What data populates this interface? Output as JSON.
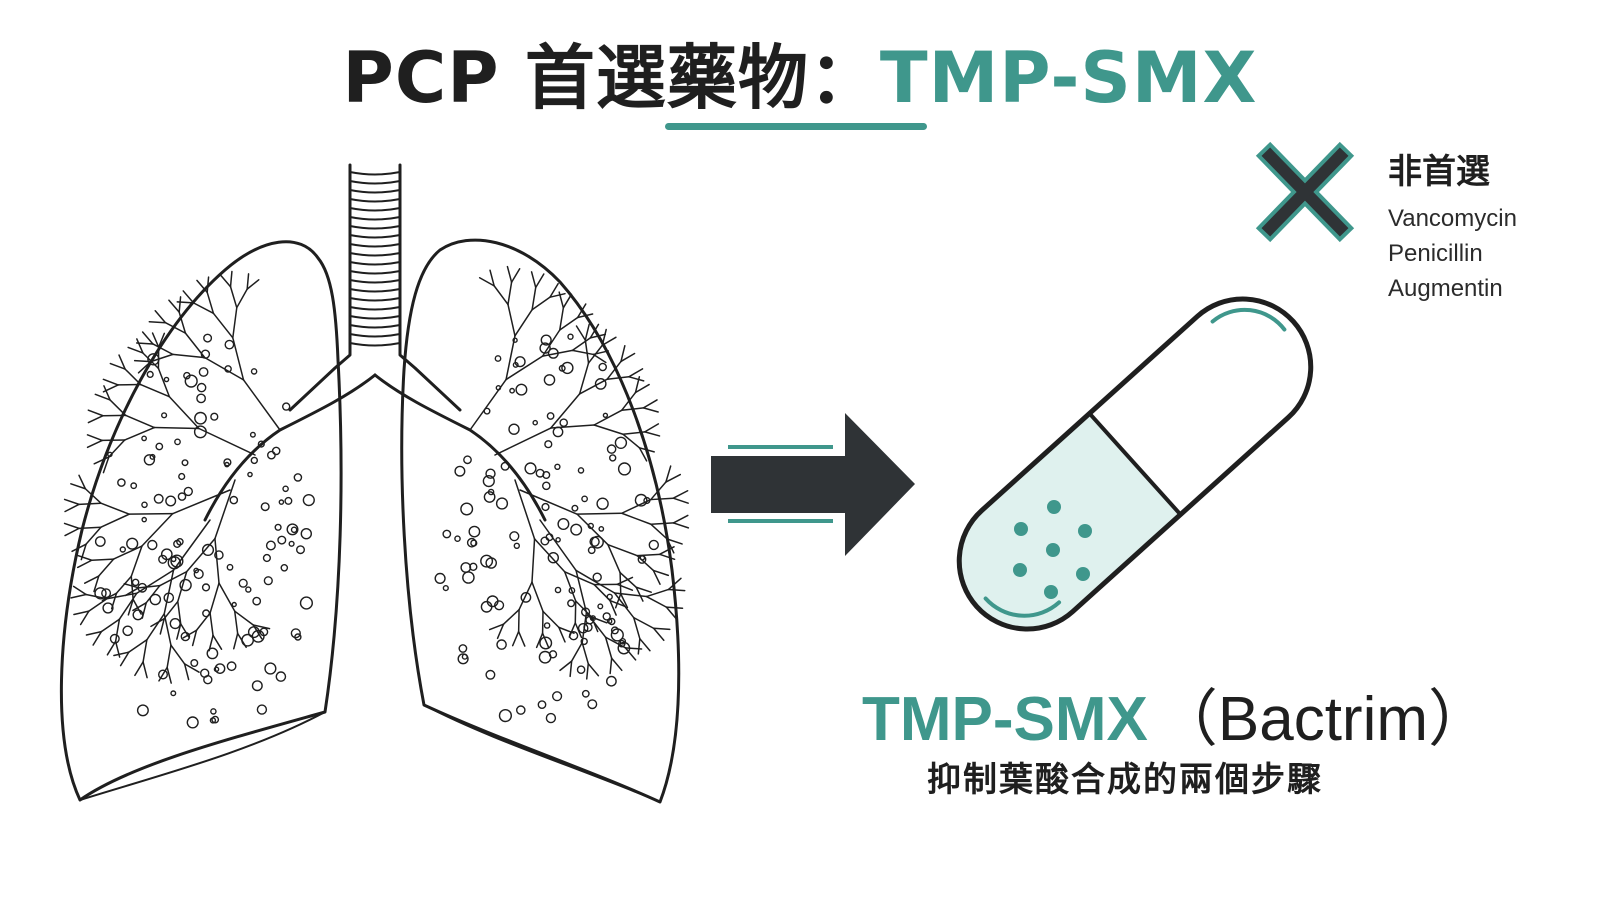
{
  "title": {
    "prefix": "PCP 首選藥物：",
    "highlight": "TMP-SMX"
  },
  "not_first_choice": {
    "heading": "非首選",
    "drugs": [
      "Vancomycin",
      "Penicillin",
      "Augmentin"
    ]
  },
  "drug": {
    "name": "TMP-SMX",
    "brand": "（Bactrim）",
    "description": "抑制葉酸合成的兩個步驟"
  },
  "icons": {
    "lungs": "lungs-icon",
    "arrow": "arrow-right-icon",
    "capsule": "capsule-icon",
    "cross": "cross-icon"
  },
  "colors": {
    "accent": "#3f978c",
    "dark": "#2f3336",
    "capsule_fill": "#dff1ee",
    "outline": "#1f1f1f"
  }
}
